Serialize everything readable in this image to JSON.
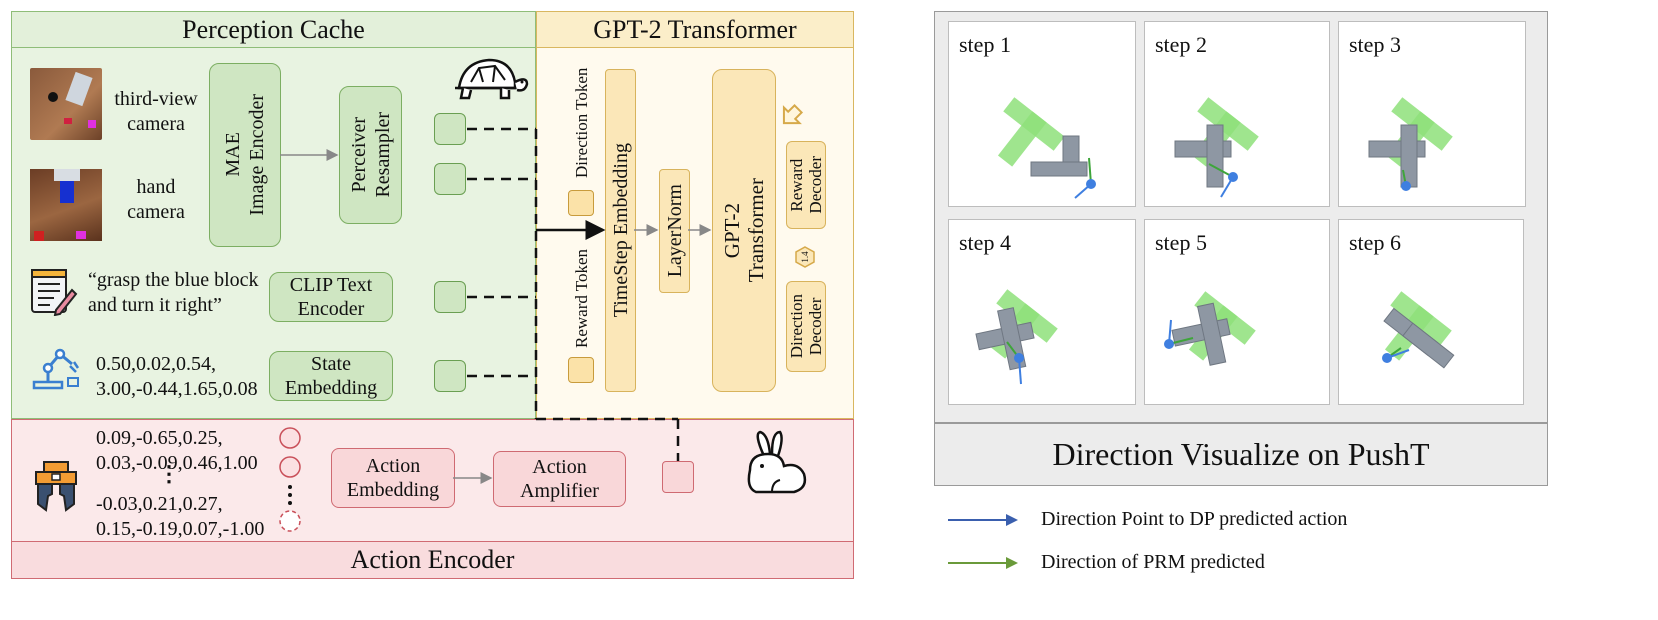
{
  "left": {
    "perception_title": "Perception Cache",
    "gpt_title": "GPT-2 Transformer",
    "action_title": "Action Encoder",
    "third_view_label": "third-view\ncamera",
    "hand_label": "hand\ncamera",
    "instruction": "“grasp the blue block\nand turn it right”",
    "state_values": "0.50,0.02,0.54,\n3.00,-0.44,1.65,0.08",
    "mae": "MAE\nImage Encoder",
    "perceiver": "Perceiver\nResampler",
    "clip": "CLIP Text\nEncoder",
    "state_embedding": "State\nEmbedding",
    "direction_token": "Direction Token",
    "reward_token": "Reward Token",
    "timestep_embedding": "TimeStep Embedding",
    "layernorm": "LayerNorm",
    "gpt2": "GPT-2\nTransformer",
    "reward_decoder": "Reward\nDecoder",
    "direction_decoder": "Direction\nDecoder",
    "hex_label": "1.4",
    "action_values_top": "0.09,-0.65,0.25,\n0.03,-0.09,0.46,1.00",
    "action_values_bottom": "-0.03,0.21,0.27,\n0.15,-0.19,0.07,-1.00",
    "action_embedding": "Action\nEmbedding",
    "action_amplifier": "Action\nAmplifier"
  },
  "right": {
    "steps": [
      "step 1",
      "step 2",
      "step 3",
      "step 4",
      "step 5",
      "step 6"
    ],
    "caption": "Direction Visualize on PushT",
    "legend": [
      {
        "label": "Direction Point to DP predicted action",
        "color": "#3a5fae"
      },
      {
        "label": "Direction of PRM predicted",
        "color": "#6a9a3a"
      }
    ]
  },
  "colors": {
    "green_bg": "#e8f3e1",
    "green_box": "#cfe6c2",
    "yellow_bg": "#fff8e6",
    "yellow_box": "#fbe7b8",
    "red_bg": "#fbe9ea",
    "red_box": "#f9d7d9",
    "tblock_gray": "#8e97a3",
    "tblock_green": "#8ee07a",
    "point_blue": "#3f7fe0"
  }
}
